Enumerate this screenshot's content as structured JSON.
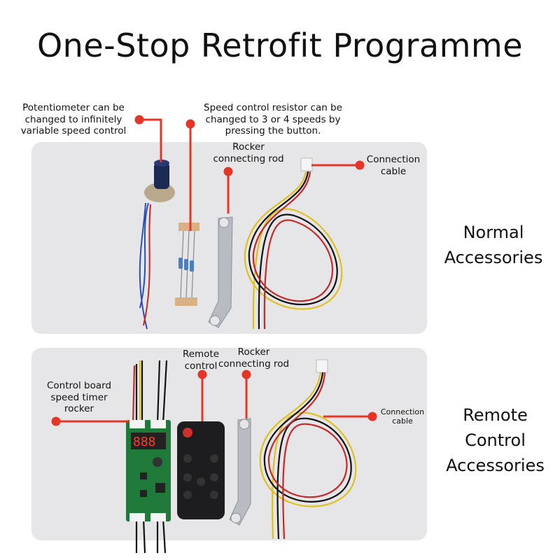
{
  "title": "One-Stop Retrofit Programme",
  "sections": [
    {
      "name_lines": [
        "Normal",
        "Accessories"
      ],
      "callouts": [
        {
          "lines": [
            "Potentiometer can be",
            "changed to infinitely",
            "variable speed control"
          ]
        },
        {
          "lines": [
            "Speed control resistor can be",
            "changed to 3 or 4 speeds by",
            "pressing the button."
          ]
        },
        {
          "lines": [
            "Rocker",
            "connecting rod"
          ]
        },
        {
          "lines": [
            "Connection",
            "cable"
          ]
        }
      ]
    },
    {
      "name_lines": [
        "Remote",
        "Control",
        "Accessories"
      ],
      "callouts": [
        {
          "lines": [
            "Control board",
            "speed timer",
            "rocker"
          ]
        },
        {
          "lines": [
            "Remote",
            "control"
          ]
        },
        {
          "lines": [
            "Rocker",
            "connecting rod"
          ]
        },
        {
          "lines": [
            "Connection",
            "cable"
          ]
        }
      ]
    }
  ],
  "colors": {
    "accent": "#e53527",
    "panel": "#e6e6e8"
  }
}
